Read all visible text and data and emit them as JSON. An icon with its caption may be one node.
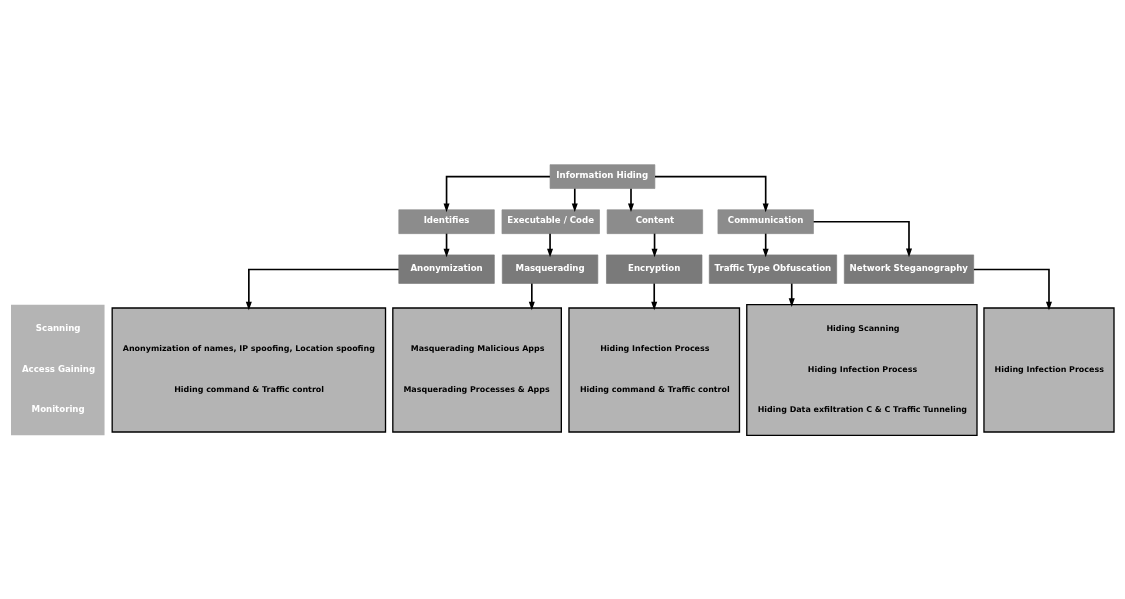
{
  "diagram": {
    "nodes": [
      {
        "text": [
          "Information Hiding"
        ]
      },
      {
        "text": [
          "Identifies"
        ]
      },
      {
        "text": [
          "Executable / Code"
        ]
      },
      {
        "text": [
          "Content"
        ]
      },
      {
        "text": [
          "Communication"
        ]
      },
      {
        "text": [
          "Anonymization"
        ]
      },
      {
        "text": [
          "Masquerading"
        ]
      },
      {
        "text": [
          "Encryption"
        ]
      },
      {
        "text": [
          "Traffic Type Obfuscation"
        ]
      },
      {
        "text": [
          "Network Steganography"
        ]
      },
      {
        "text": [
          "Anonymization of names, IP spoofing, Location spoofing",
          "Hiding command & Traffic control"
        ]
      },
      {
        "text": [
          "Masquerading Malicious Apps",
          "Masquerading Processes & Apps"
        ]
      },
      {
        "text": [
          "Hiding Infection Process",
          "Hiding command & Traffic control"
        ]
      },
      {
        "text": [
          "Hiding Scanning",
          "Hiding Infection Process",
          "Hiding Data exfiltration C & C Traffic Tunneling"
        ]
      },
      {
        "text": [
          "Hiding Infection Process"
        ]
      }
    ],
    "edges": [
      {
        "from": 0,
        "to": 1,
        "arrow": "to"
      },
      {
        "from": 0,
        "to": 2,
        "arrow": "to"
      },
      {
        "from": 0,
        "to": 3,
        "arrow": "to"
      },
      {
        "from": 0,
        "to": 4,
        "arrow": "to"
      },
      {
        "from": 1,
        "to": 5,
        "arrow": "to"
      },
      {
        "from": 2,
        "to": 6,
        "arrow": "to"
      },
      {
        "from": 3,
        "to": 7,
        "arrow": "to"
      },
      {
        "from": 4,
        "to": 8,
        "arrow": "to"
      },
      {
        "from": 4,
        "to": 9,
        "arrow": "to"
      },
      {
        "from": 5,
        "to": 10,
        "arrow": "to"
      },
      {
        "from": 6,
        "to": 11,
        "arrow": "to"
      },
      {
        "from": 7,
        "to": 12,
        "arrow": "to"
      },
      {
        "from": 8,
        "to": 13,
        "arrow": "to"
      },
      {
        "from": 9,
        "to": 14,
        "arrow": "to"
      }
    ],
    "labels": [
      "Scanning",
      "Access Gaining",
      "Monitoring"
    ]
  }
}
